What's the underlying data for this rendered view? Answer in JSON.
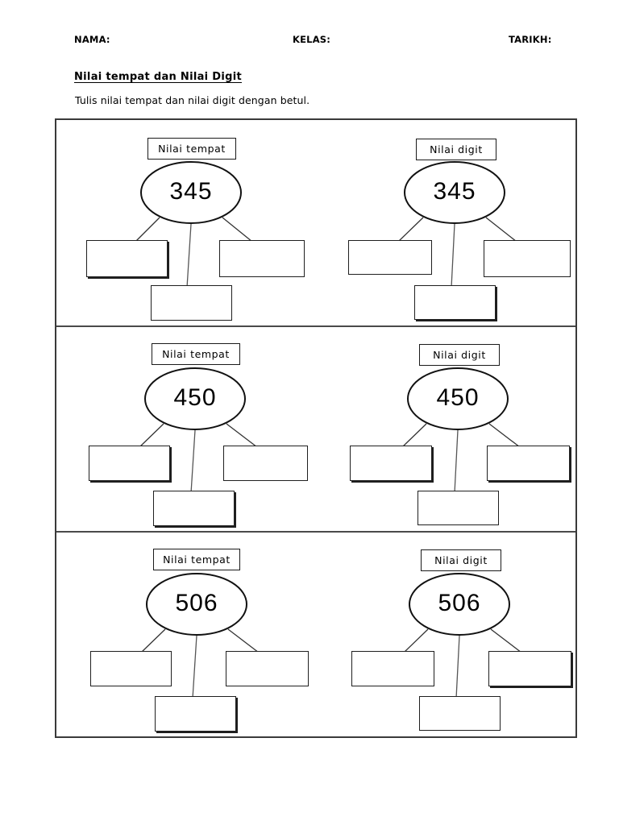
{
  "header": {
    "nama_label": "NAMA:",
    "kelas_label": "KELAS:",
    "tarikh_label": "TARIKH:"
  },
  "title": "Nilai tempat dan Nilai Digit",
  "instruction": "Tulis nilai tempat dan nilai digit dengan betul.",
  "labels": {
    "nilai_tempat": "Nilai tempat",
    "nilai_digit": "Nilai digit"
  },
  "sections": [
    {
      "number": "345",
      "left": {
        "label": "Nilai tempat",
        "value": "345",
        "answers": [
          "",
          "",
          ""
        ]
      },
      "right": {
        "label": "Nilai digit",
        "value": "345",
        "answers": [
          "",
          "",
          ""
        ]
      }
    },
    {
      "number": "450",
      "left": {
        "label": "Nilai tempat",
        "value": "450",
        "answers": [
          "",
          "",
          ""
        ]
      },
      "right": {
        "label": "Nilai digit",
        "value": "450",
        "answers": [
          "",
          "",
          ""
        ]
      }
    },
    {
      "number": "506",
      "left": {
        "label": "Nilai tempat",
        "value": "506",
        "answers": [
          "",
          "",
          ""
        ]
      },
      "right": {
        "label": "Nilai digit",
        "value": "506",
        "answers": [
          "",
          "",
          ""
        ]
      }
    }
  ],
  "colors": {
    "ink": "#000000",
    "frame": "#3a3a3a",
    "paper": "#ffffff"
  }
}
